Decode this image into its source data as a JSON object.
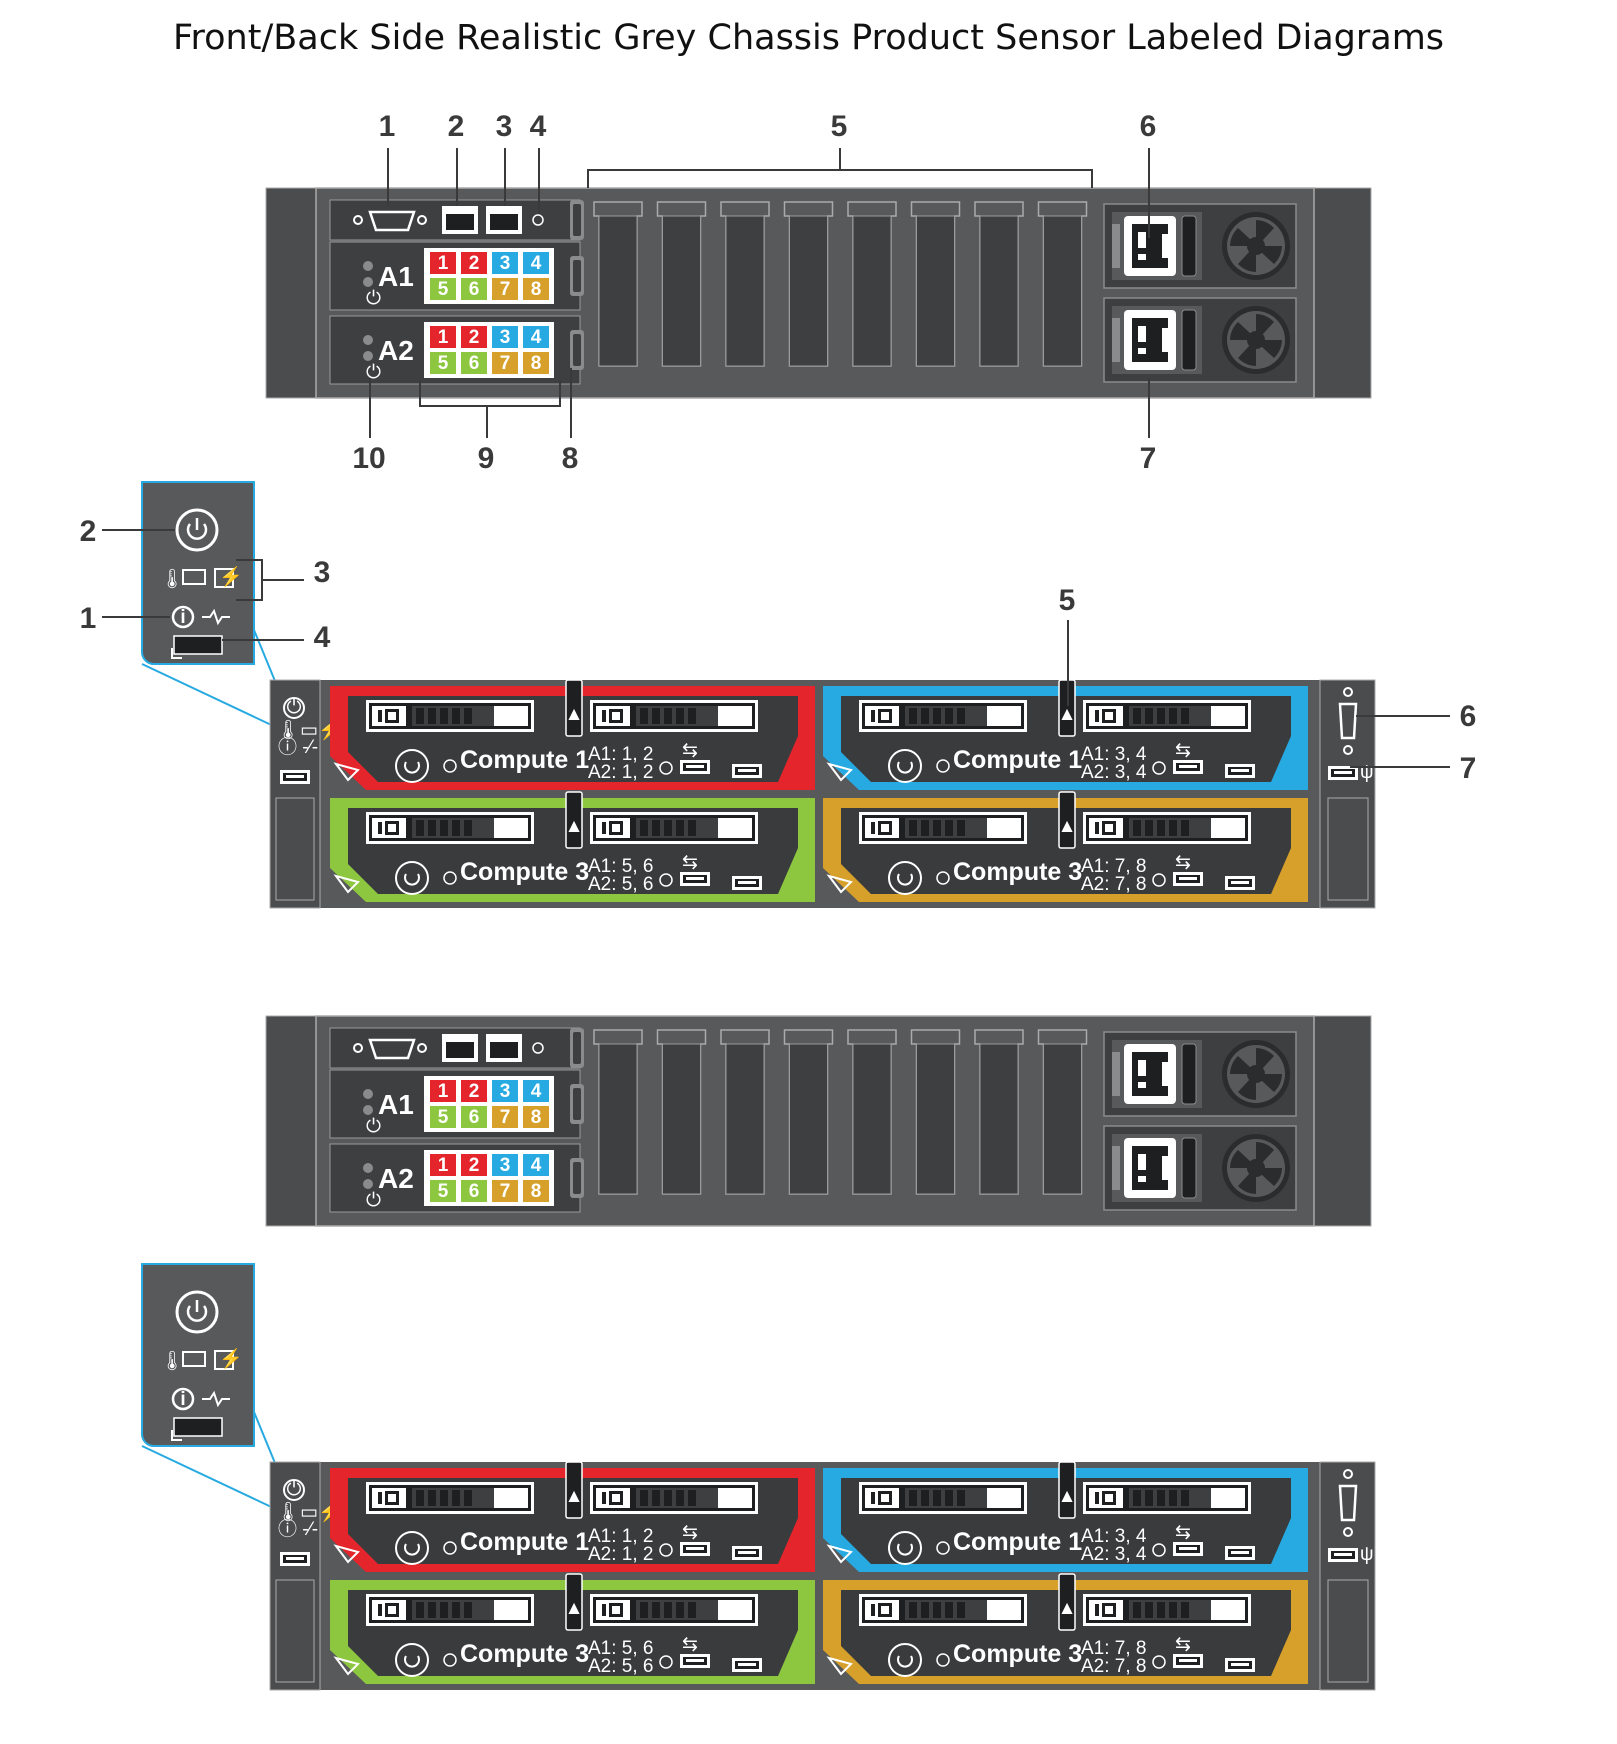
{
  "title": "Front/Back Side Realistic Grey Chassis Product Sensor Labeled Diagrams",
  "colors": {
    "chassis": "#58595b",
    "panel": "#3e3f41",
    "dark": "#2b2c2e",
    "red": "#e4252b",
    "blue": "#27aae1",
    "green": "#8dc63f",
    "gold": "#d6a02a",
    "callout_line": "#3a3a3a",
    "bezel_outline": "#27aae1"
  },
  "back_view": {
    "slots": [
      {
        "name": "A1",
        "ports": [
          "1",
          "2",
          "3",
          "4",
          "5",
          "6",
          "7",
          "8"
        ]
      },
      {
        "name": "A2",
        "ports": [
          "1",
          "2",
          "3",
          "4",
          "5",
          "6",
          "7",
          "8"
        ]
      }
    ],
    "pcie_slot_count": 8,
    "psu_count": 2,
    "callouts": [
      "1",
      "2",
      "3",
      "4",
      "5",
      "6",
      "7",
      "8",
      "9",
      "10"
    ]
  },
  "front_view": {
    "sleds": [
      {
        "label": "Compute 1",
        "map1": "A1: 1, 2",
        "map2": "A2: 1, 2",
        "color": "red"
      },
      {
        "label": "Compute 1",
        "map1": "A1: 3, 4",
        "map2": "A2: 3, 4",
        "color": "blue"
      },
      {
        "label": "Compute 3",
        "map1": "A1: 5, 6",
        "map2": "A2: 5, 6",
        "color": "green"
      },
      {
        "label": "Compute 3",
        "map1": "A1: 7, 8",
        "map2": "A2: 7, 8",
        "color": "gold"
      }
    ],
    "callouts": [
      "1",
      "2",
      "3",
      "4",
      "5",
      "6",
      "7"
    ]
  },
  "icons": [
    "power-icon",
    "thermometer-icon",
    "monitor-icon",
    "electric-icon",
    "info-icon",
    "heartbeat-icon",
    "usb-icon",
    "vga-port-icon",
    "fan-icon",
    "power-inlet-icon",
    "sled-handle-icon"
  ]
}
